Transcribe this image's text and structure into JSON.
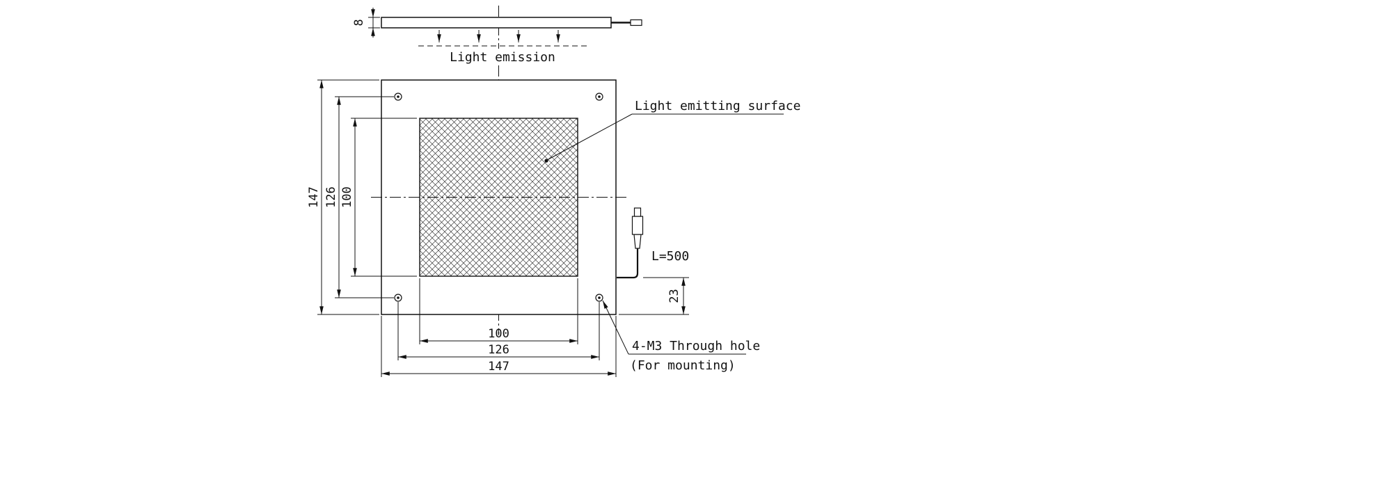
{
  "colors": {
    "line": "#111111",
    "background": "#ffffff"
  },
  "side_view": {
    "thickness": "8",
    "emission_label": "Light emission"
  },
  "plan_view": {
    "left_dims": {
      "outer": "147",
      "holes": "126",
      "surface": "100"
    },
    "bottom_dims": {
      "surface": "100",
      "holes": "126",
      "outer": "147"
    },
    "right_dim": "23",
    "cable_length": "L=500"
  },
  "callouts": {
    "surface": "Light emitting surface",
    "hole_line1": "4-M3 Through hole",
    "hole_line2": "(For mounting)"
  }
}
